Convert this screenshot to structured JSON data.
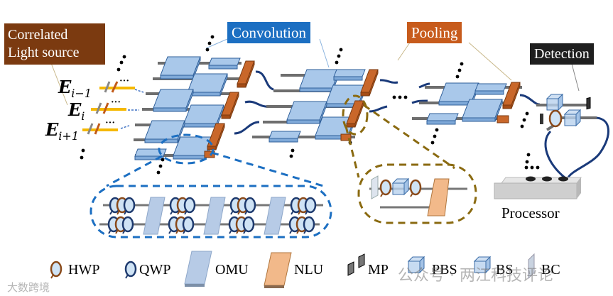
{
  "labels": {
    "source": "Correlated Light source",
    "source_line1": "Correlated",
    "source_line2": "Light source",
    "convolution": "Convolution",
    "pooling": "Pooling",
    "detection": "Detection",
    "processor": "Processor"
  },
  "fields": [
    {
      "base": "E",
      "sub": "i−1"
    },
    {
      "base": "E",
      "sub": "i"
    },
    {
      "base": "E",
      "sub": "i+1"
    }
  ],
  "ellipsis": "···",
  "legend": [
    {
      "icon": "half-wave-plate-icon",
      "label": "HWP"
    },
    {
      "icon": "quarter-wave-plate-icon",
      "label": "QWP"
    },
    {
      "icon": "omu-block-icon",
      "label": "OMU"
    },
    {
      "icon": "nlu-block-icon",
      "label": "NLU"
    },
    {
      "icon": "mirror-pair-icon",
      "label": "MP"
    },
    {
      "icon": "polarizing-beam-splitter-icon",
      "label": "PBS"
    },
    {
      "icon": "beam-splitter-icon",
      "label": "BS"
    },
    {
      "icon": "beam-combiner-icon",
      "label": "BC"
    }
  ],
  "watermarks": {
    "left": "大数跨境",
    "right": "公众号 · 两江科技评论"
  },
  "colors": {
    "source_bg": "#7b3a10",
    "convolution_bg": "#1c6fc2",
    "pooling_bg": "#c75b1c",
    "detection_bg": "#1f1f1f",
    "omu_fill": "#a9c8ea",
    "nlu_fill": "#c9672a",
    "waveguide": "#6e6e6e",
    "fiber": "#1a3a7a",
    "input_beam": "#f5b800",
    "conv_callout": "#1c6fc2",
    "pool_callout": "#8a6a10"
  }
}
